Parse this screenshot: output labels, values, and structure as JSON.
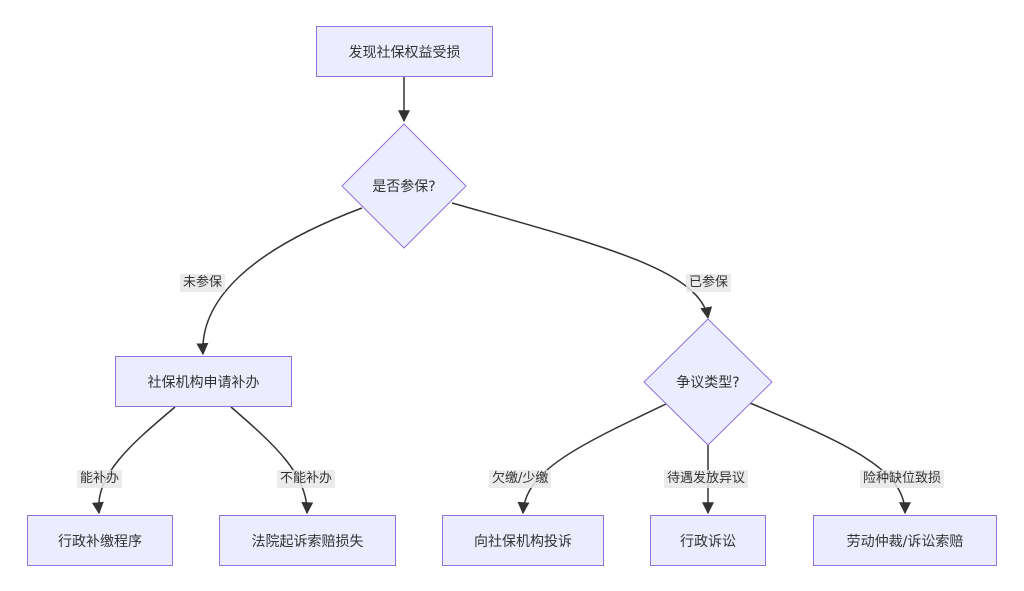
{
  "nodes": {
    "start": "发现社保权益受损",
    "decision_insured": "是否参保?",
    "agency_supplement": "社保机构申请补办",
    "dispute_type": "争议类型?",
    "admin_supplement": "行政补缴程序",
    "court_suit": "法院起诉索赔损失",
    "complain_agency": "向社保机构投诉",
    "admin_litigation": "行政诉讼",
    "labor_arbitration": "劳动仲裁/诉讼索赔"
  },
  "edge_labels": {
    "not_insured": "未参保",
    "insured": "已参保",
    "can_supplement": "能补办",
    "cannot_supplement": "不能补办",
    "arrears": "欠缴/少缴",
    "benefit_dispute": "待遇发放异议",
    "missing_type": "险种缺位致损"
  },
  "colors": {
    "node_fill": "#ececff",
    "node_border": "#9370db",
    "edge": "#333333",
    "text": "#333333",
    "label_bg": "#e8e8e8"
  }
}
